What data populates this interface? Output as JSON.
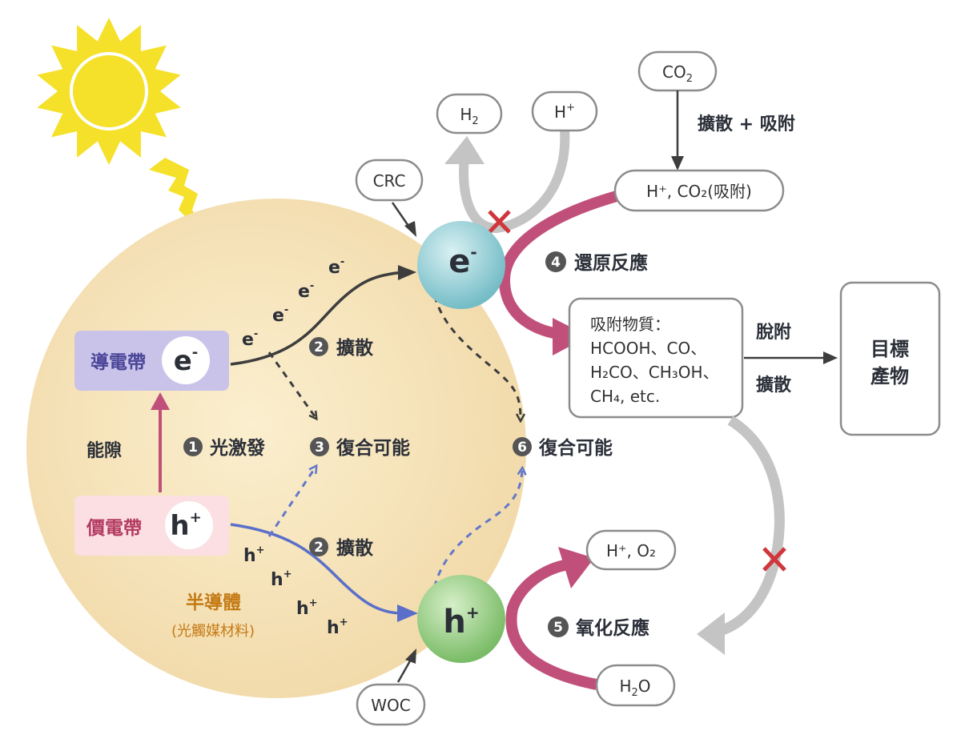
{
  "semiconductor": {
    "title": "半導體",
    "subtitle": "(光觸媒材料)",
    "gap_label": "能隙"
  },
  "bands": {
    "conduction": {
      "label": "導電帶",
      "carrier": "e",
      "sup": "-"
    },
    "valence": {
      "label": "價電帶",
      "carrier": "h",
      "sup": "+"
    }
  },
  "carriers": {
    "electron": {
      "base": "e",
      "sup": "-"
    },
    "hole": {
      "base": "h",
      "sup": "+"
    }
  },
  "steps": {
    "s1": {
      "num": "1",
      "text": "光激發"
    },
    "s2a": {
      "num": "2",
      "text": "擴散"
    },
    "s2b": {
      "num": "2",
      "text": "擴散"
    },
    "s3": {
      "num": "3",
      "text": "復合可能"
    },
    "s4": {
      "num": "4",
      "text": "還原反應"
    },
    "s5": {
      "num": "5",
      "text": "氧化反應"
    },
    "s6": {
      "num": "6",
      "text": "復合可能"
    }
  },
  "cocatalysts": {
    "crc": "CRC",
    "woc": "WOC"
  },
  "species": {
    "h2": {
      "base": "H",
      "sub": "2"
    },
    "hplus": {
      "base": "H",
      "sup": "+"
    },
    "co2": {
      "base": "CO",
      "sub": "2"
    },
    "adsorbed": "H⁺, CO₂(吸附)",
    "hplus_o2": "H⁺, O₂",
    "h2o": {
      "base": "H",
      "sub": "2",
      "tail": "O"
    }
  },
  "labels": {
    "diffuse_adsorb": "擴散 + 吸附",
    "desorb": "脫附",
    "diffuse": "擴散"
  },
  "adsorbates": {
    "title": "吸附物質：",
    "line1": "HCOOH、CO、",
    "line2": "H₂CO、CH₃OH、",
    "line3": "CH₄, etc."
  },
  "target": {
    "line1": "目標",
    "line2": "產物"
  },
  "colors": {
    "sphere": "#f6e1b7",
    "conduction_box": "#c9c3ea",
    "valence_box": "#fbdfe3",
    "electron_ball": "#8fcfd6",
    "hole_ball": "#8fc97a",
    "reduction_arrow": "#c0507a",
    "oxidation_arrow": "#c0507a",
    "hole_path": "#5a6fc9",
    "gray_arrow": "#c4c4c4",
    "x_mark": "#d0363b",
    "sun": "#f5e02a"
  }
}
